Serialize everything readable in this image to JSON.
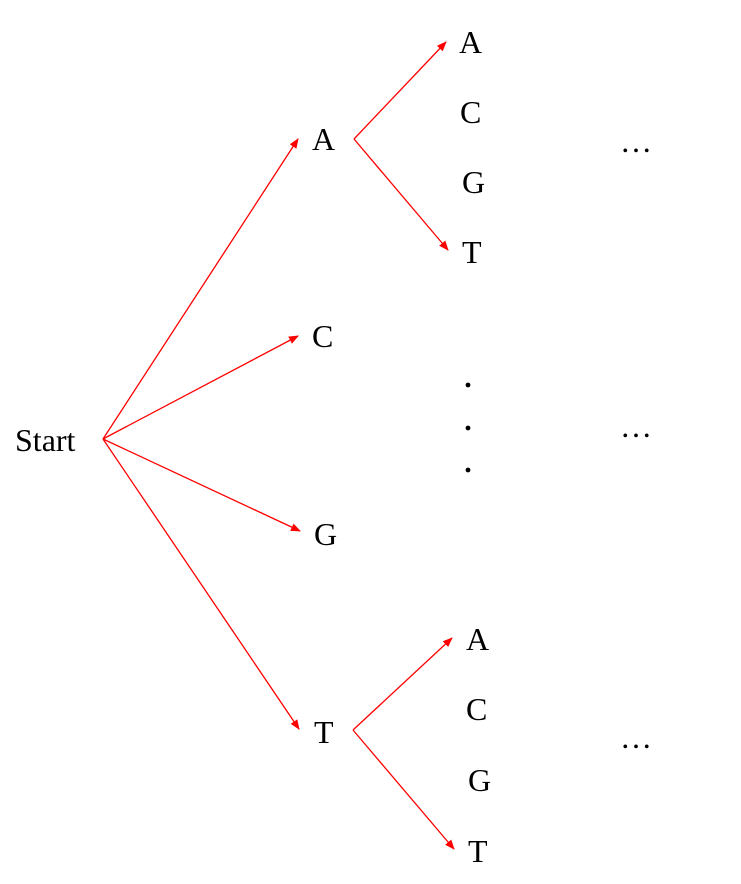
{
  "colors": {
    "edge": "#ff0000",
    "text": "#000000",
    "background": "#ffffff"
  },
  "root": {
    "label": "Start"
  },
  "level1": {
    "a": {
      "label": "A"
    },
    "c": {
      "label": "C"
    },
    "g": {
      "label": "G"
    },
    "t": {
      "label": "T"
    }
  },
  "level2_top": {
    "a": {
      "label": "A"
    },
    "c": {
      "label": "C"
    },
    "g": {
      "label": "G"
    },
    "t": {
      "label": "T"
    }
  },
  "level2_bottom": {
    "a": {
      "label": "A"
    },
    "c": {
      "label": "C"
    },
    "g": {
      "label": "G"
    },
    "t": {
      "label": "T"
    }
  },
  "continuation": {
    "top": "…",
    "middle": "…",
    "bottom": "…"
  },
  "edges": [
    {
      "from": "Start",
      "to": "A"
    },
    {
      "from": "Start",
      "to": "C"
    },
    {
      "from": "Start",
      "to": "G"
    },
    {
      "from": "Start",
      "to": "T"
    },
    {
      "from": "A",
      "to": "A"
    },
    {
      "from": "A",
      "to": "T"
    },
    {
      "from": "T",
      "to": "A"
    },
    {
      "from": "T",
      "to": "T"
    }
  ]
}
